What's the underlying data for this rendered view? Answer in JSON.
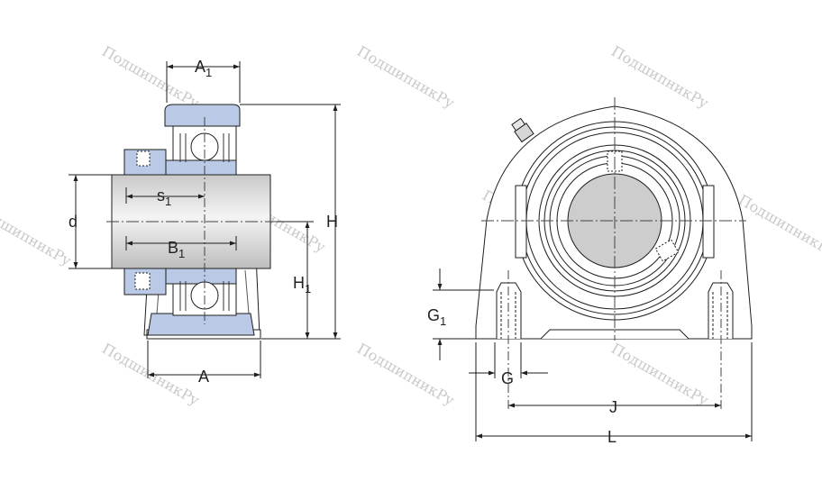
{
  "watermark": {
    "text": "ПодшипникРу"
  },
  "side_view": {
    "dimensions": {
      "A1": {
        "main": "A",
        "sub": "1"
      },
      "s1": {
        "main": "s",
        "sub": "1"
      },
      "d": {
        "main": "d",
        "sub": ""
      },
      "B1": {
        "main": "B",
        "sub": "1"
      },
      "H": {
        "main": "H",
        "sub": ""
      },
      "H1": {
        "main": "H",
        "sub": "1"
      },
      "A": {
        "main": "A",
        "sub": ""
      }
    }
  },
  "front_view": {
    "dimensions": {
      "G1": {
        "main": "G",
        "sub": "1"
      },
      "G": {
        "main": "G",
        "sub": ""
      },
      "J": {
        "main": "J",
        "sub": ""
      },
      "L": {
        "main": "L",
        "sub": ""
      }
    }
  },
  "colors": {
    "line": "#1e1e1e",
    "part_fill": "#ffffff",
    "blue_part": "#b9c9e6",
    "shaft_light": "#f2f2f2",
    "shaft_dark": "#c6c6c6",
    "bore_fill": "#cdcdcd",
    "watermark": "#c9c9c9"
  }
}
